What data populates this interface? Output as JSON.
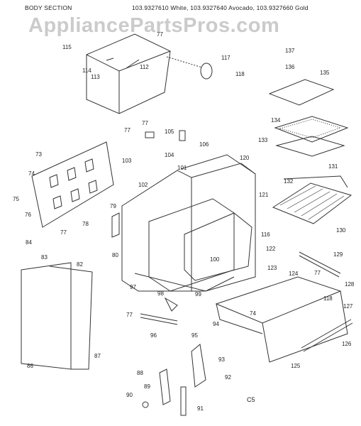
{
  "header": {
    "section_title": "BODY SECTION",
    "model_line": "103.9327610 White, 103.9327640 Avocado, 103.9327660 Gold"
  },
  "watermark": "AppliancePartsPros.com",
  "page_code": "C5",
  "parts": [
    "73",
    "74",
    "75",
    "76",
    "77",
    "78",
    "79",
    "80",
    "82",
    "83",
    "84",
    "86",
    "87",
    "88",
    "89",
    "90",
    "91",
    "92",
    "93",
    "94",
    "95",
    "96",
    "97",
    "98",
    "99",
    "100",
    "101",
    "102",
    "103",
    "104",
    "105",
    "106",
    "112",
    "113",
    "114",
    "115",
    "116",
    "117",
    "118",
    "120",
    "121",
    "122",
    "123",
    "124",
    "125",
    "126",
    "127",
    "128",
    "129",
    "130",
    "131",
    "132",
    "133",
    "134",
    "135",
    "136",
    "137"
  ]
}
